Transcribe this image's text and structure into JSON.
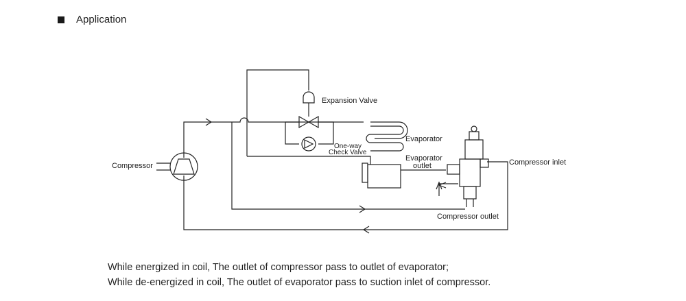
{
  "header": {
    "title": "Application"
  },
  "diagram": {
    "labels": {
      "compressor": "Compressor",
      "expansion_valve": "Expansion Valve",
      "evaporator": "Evaporator",
      "check_valve_line1": "One-way",
      "check_valve_line2": "Check Valve",
      "evaporator_outlet_line1": "Evaporator",
      "evaporator_outlet_line2": "outlet",
      "compressor_inlet": "Compressor inlet",
      "compressor_outlet": "Compressor outlet"
    }
  },
  "description": {
    "line1": "While energized in coil, The outlet of compressor pass to outlet of evaporator;",
    "line2": "While de-energized in coil, The outlet of evaporator pass to suction inlet of compressor."
  }
}
